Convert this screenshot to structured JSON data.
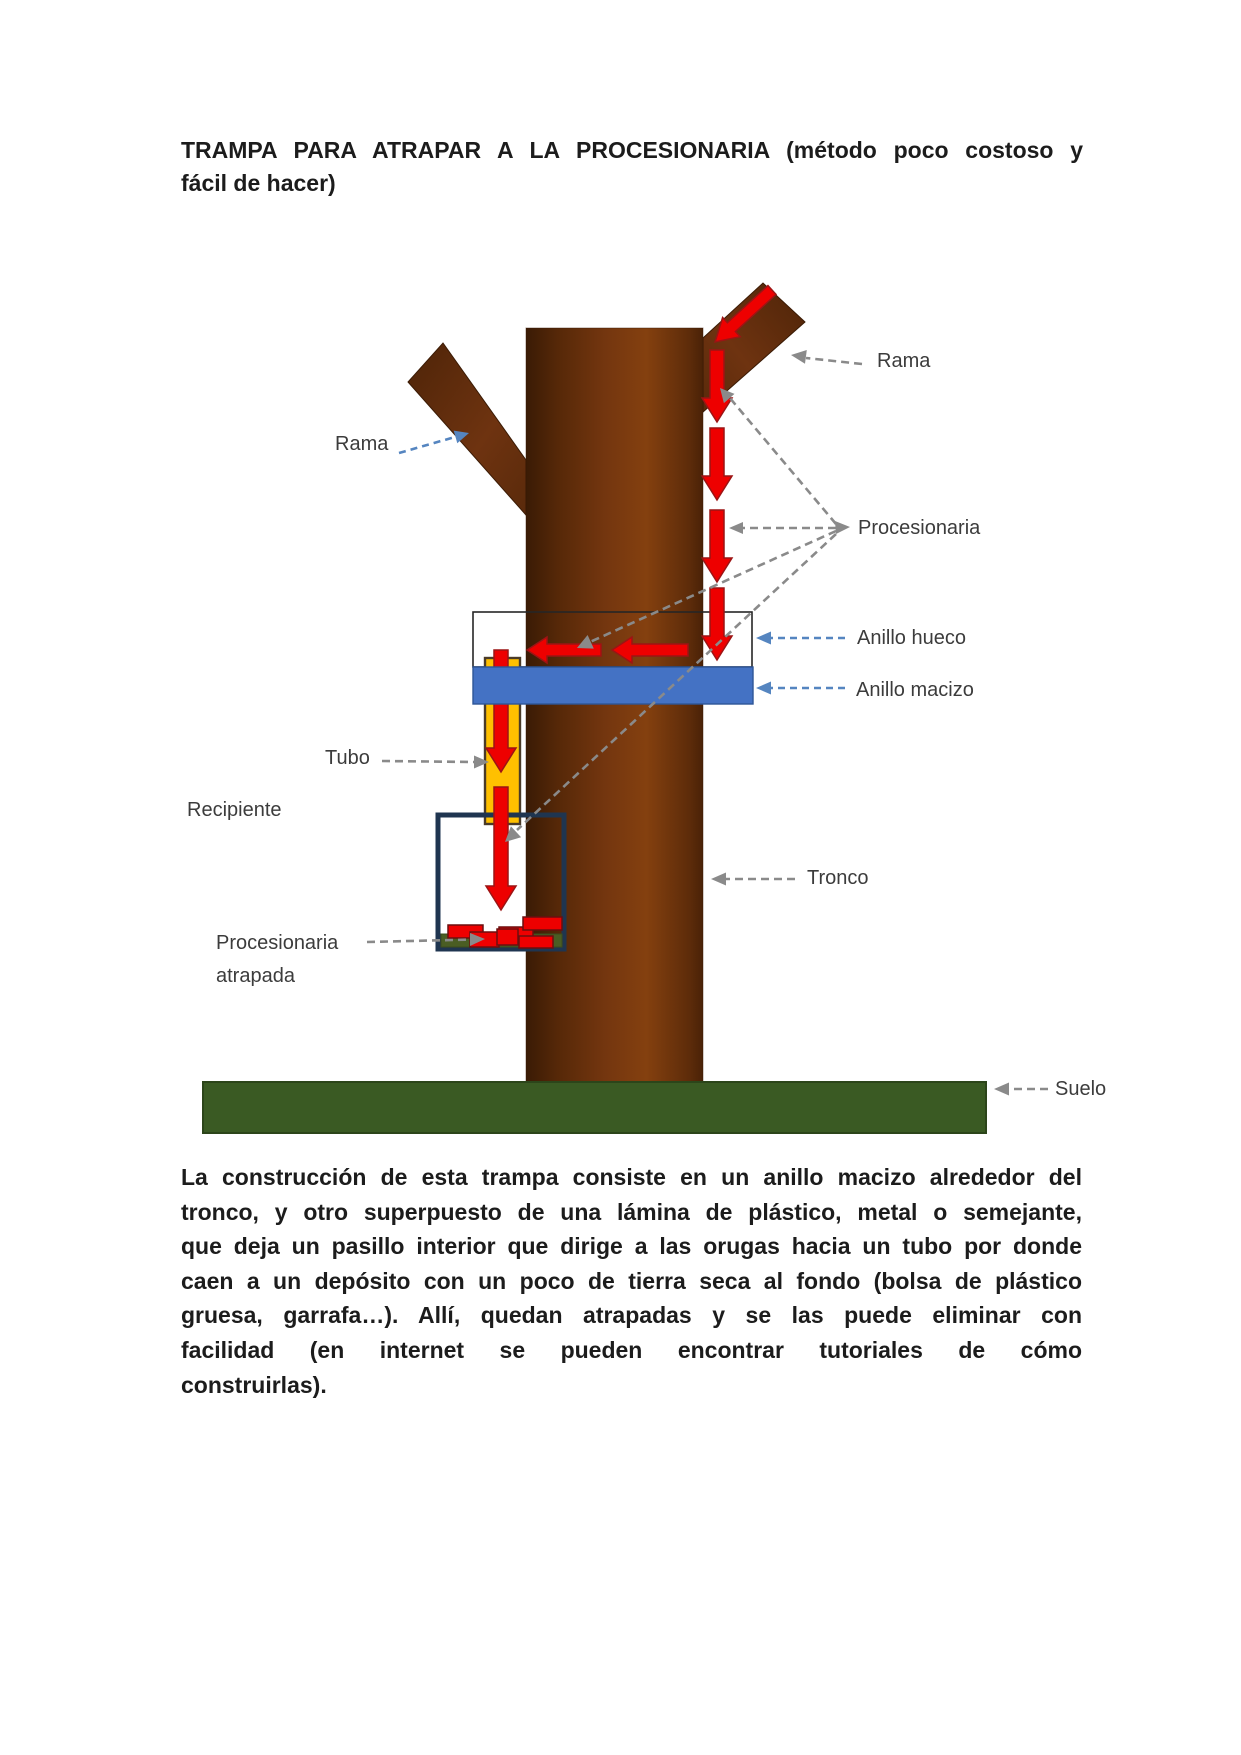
{
  "title": {
    "line1": "TRAMPA PARA ATRAPAR A LA PROCESIONARIA (método poco costoso y",
    "line2": "fácil de hacer)"
  },
  "diagram": {
    "labels": {
      "rama_right": "Rama",
      "rama_left": "Rama",
      "procesionaria": "Procesionaria",
      "anillo_hueco": "Anillo hueco",
      "anillo_macizo": "Anillo macizo",
      "tubo": "Tubo",
      "recipiente": "Recipiente",
      "tronco": "Tronco",
      "procesionaria_atrapada_line1": "Procesionaria",
      "procesionaria_atrapada_line2": "atrapada",
      "suelo": "Suelo"
    },
    "colors": {
      "trunk_dark": "#3a1b05",
      "trunk_mid": "#74360f",
      "trunk_light": "#84400f",
      "trunk_edge": "#4a2207",
      "branch_dark": "#4e2408",
      "branch_mid": "#6e3310",
      "ring_solid": "#4472c4",
      "ring_border": "#2e5597",
      "tube": "#ffc000",
      "tube_border": "#4a3b28",
      "arrow_red": "#ee0000",
      "arrow_red_dark": "#9c1414",
      "ground": "#3a5a23",
      "ground_border": "#2c451a",
      "container_navy": "#1f3550",
      "soil_green": "#4a5d23",
      "connector_gray": "#8a8a8a",
      "connector_blue": "#5585c0",
      "box_border": "#262626",
      "label_text": "#3c3c3c"
    }
  },
  "paragraph": {
    "lines": [
      "La construcción de esta trampa consiste en un anillo macizo alrededor del",
      "tronco, y otro superpuesto de una lámina de plástico, metal o semejante,",
      "que deja un pasillo interior que dirige a las orugas hacia un tubo por donde",
      "caen a un depósito con un poco de tierra seca al fondo (bolsa de plástico",
      "gruesa, garrafa…). Allí, quedan atrapadas y se las puede eliminar con",
      "facilidad (en internet se pueden encontrar tutoriales de cómo",
      "construirlas)."
    ]
  }
}
